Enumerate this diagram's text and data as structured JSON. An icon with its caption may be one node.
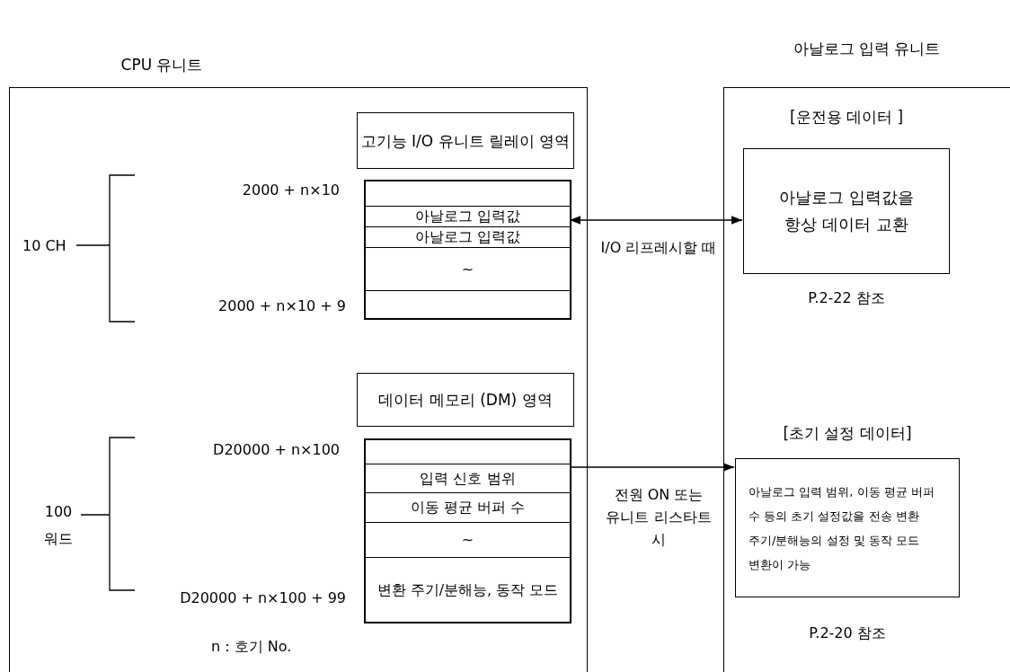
{
  "diagram": {
    "nodes": [
      {
        "text": [
          "CPU 유니트"
        ]
      },
      {
        "text": [
          "고기능 I/O 유니트 릴레이 영역"
        ],
        "in": 0
      },
      {
        "text": [],
        "shape": "box",
        "in": 0
      },
      {
        "text": [],
        "shape": "box",
        "in": 2
      },
      {
        "text": [
          "아날로그 입력값"
        ],
        "in": 2
      },
      {
        "text": [
          "아날로그 입력값"
        ],
        "in": 2
      },
      {
        "text": [
          "~"
        ],
        "in": 2
      },
      {
        "text": [],
        "shape": "box",
        "in": 2
      },
      {
        "text": [
          "데이터 메모리 (DM) 영역"
        ],
        "in": 0
      },
      {
        "text": [],
        "shape": "box",
        "in": 0
      },
      {
        "text": [],
        "shape": "box",
        "in": 9
      },
      {
        "text": [
          "입력 신호 범위"
        ],
        "in": 9
      },
      {
        "text": [
          "이동 평균 버퍼 수"
        ],
        "in": 9
      },
      {
        "text": [
          "~"
        ],
        "in": 9
      },
      {
        "text": [
          "변환 주기/분해능, 동작 모드"
        ],
        "in": 9
      },
      {
        "text": [
          "아날로그 입력 유니트"
        ]
      },
      {
        "text": [
          "[운전용 데이터 ]",
          "아날로그 입력값을 항상 데이터 교환"
        ],
        "beside": [
          "P.2-22 참조"
        ],
        "in": 15
      },
      {
        "text": [
          "[초기 설정 데이터]",
          "아날로그 입력 범위, 이동 평균 버퍼 수 등의 초기 설정값을 전송 변환 주기/분해능의 설정 및 동작 모드 변환이 가능"
        ],
        "beside": [
          "P.2-20 참조"
        ],
        "in": 15
      }
    ],
    "edges": [
      {
        "from": 2,
        "to": 16,
        "arrow": "both",
        "label": "I/O 리프레시할 때"
      },
      {
        "from": 9,
        "to": 17,
        "arrow": "to",
        "label": "전원 ON 또는 유니트 리스타트 시"
      }
    ],
    "labels": [
      "2000 + n×10",
      "10 CH",
      "2000 + n×10 + 9",
      "D20000 + n×100",
      "100 워드",
      "D20000 + n×100 + 99",
      "n : 호기 No."
    ]
  }
}
